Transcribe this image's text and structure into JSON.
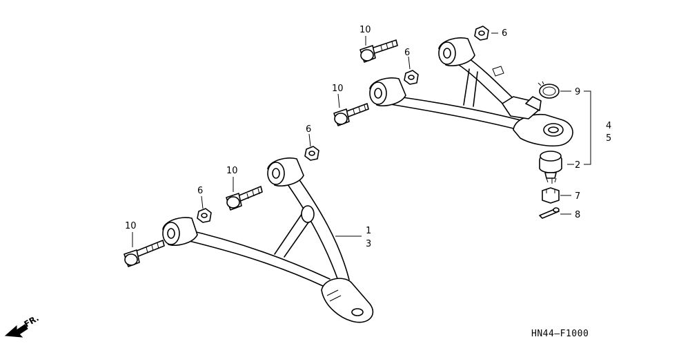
{
  "diagram": {
    "code": "HN44—F1000",
    "front_marker": "FR.",
    "callouts": {
      "c10_a": "10",
      "c6_a": "6",
      "c10_b": "10",
      "c6_b": "6",
      "c10_c": "10",
      "c6_c": "6",
      "c10_d": "10",
      "c6_d": "6",
      "c9": "9",
      "c4": "4",
      "c5": "5",
      "c2": "2",
      "c7": "7",
      "c8": "8",
      "c1": "1",
      "c3": "3"
    },
    "icons": [
      "front-arrow-icon"
    ]
  }
}
